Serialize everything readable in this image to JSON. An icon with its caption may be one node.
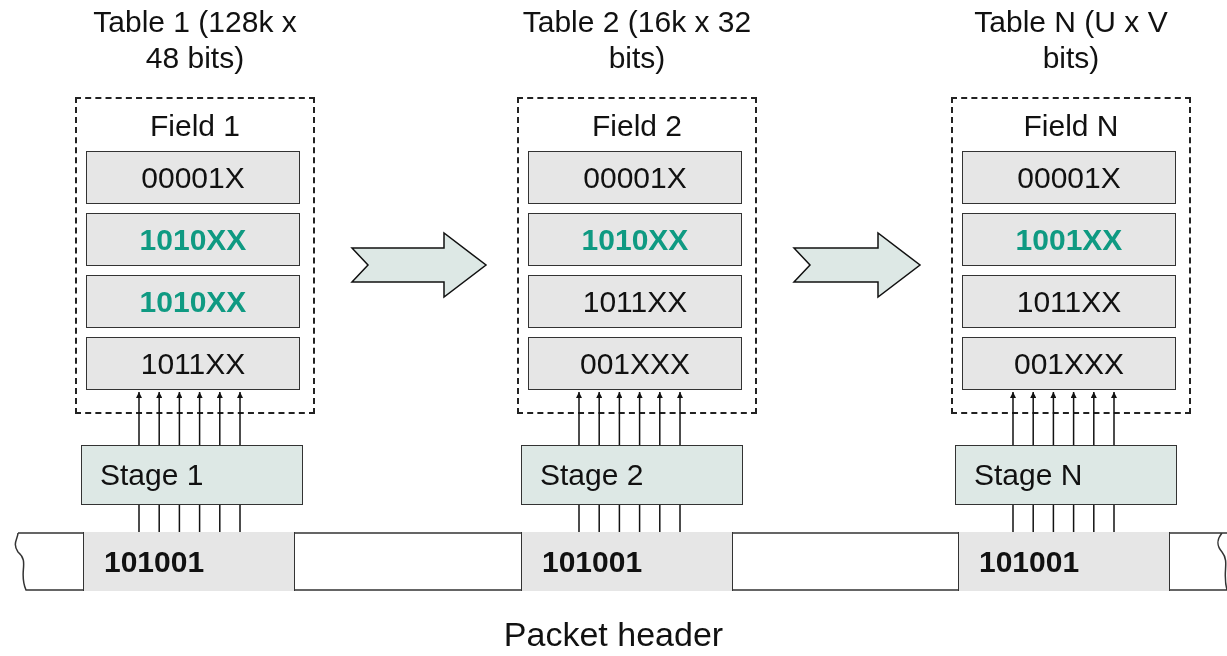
{
  "diagram": {
    "nodes": [
      {
        "text": [
          "Table 1 (128k x 48 bits)",
          "Field 1"
        ]
      },
      {
        "text": [
          "00001X"
        ],
        "in": 0
      },
      {
        "text": [
          "1010XX"
        ],
        "in": 0
      },
      {
        "text": [
          "1010XX"
        ],
        "in": 0
      },
      {
        "text": [
          "1011XX"
        ],
        "in": 0
      },
      {
        "text": [
          "Table 2 (16k x 32 bits)",
          "Field 2"
        ]
      },
      {
        "text": [
          "00001X"
        ],
        "in": 5
      },
      {
        "text": [
          "1010XX"
        ],
        "in": 5
      },
      {
        "text": [
          "1011XX"
        ],
        "in": 5
      },
      {
        "text": [
          "001XXX"
        ],
        "in": 5
      },
      {
        "text": [
          "Table N (U x V bits)",
          "Field N"
        ]
      },
      {
        "text": [
          "00001X"
        ],
        "in": 10
      },
      {
        "text": [
          "1001XX"
        ],
        "in": 10
      },
      {
        "text": [
          "1011XX"
        ],
        "in": 10
      },
      {
        "text": [
          "001XXX"
        ],
        "in": 10
      },
      {
        "text": [
          "Stage 1"
        ]
      },
      {
        "text": [
          "Stage 2"
        ]
      },
      {
        "text": [
          "Stage N"
        ]
      },
      {
        "text": [
          "Packet header"
        ]
      },
      {
        "text": [
          "101001"
        ],
        "in": 18
      },
      {
        "text": [
          "101001"
        ],
        "in": 18
      },
      {
        "text": [
          "101001"
        ],
        "in": 18
      }
    ],
    "edges": [
      {
        "from": 0,
        "to": 5,
        "arrow": "to"
      },
      {
        "from": 5,
        "to": 10,
        "arrow": "to"
      },
      {
        "from": 15,
        "to": 0,
        "arrow": "to"
      },
      {
        "from": 15,
        "to": 0,
        "arrow": "to"
      },
      {
        "from": 15,
        "to": 0,
        "arrow": "to"
      },
      {
        "from": 15,
        "to": 0,
        "arrow": "to"
      },
      {
        "from": 15,
        "to": 0,
        "arrow": "to"
      },
      {
        "from": 15,
        "to": 0,
        "arrow": "to"
      },
      {
        "from": 16,
        "to": 5,
        "arrow": "to"
      },
      {
        "from": 16,
        "to": 5,
        "arrow": "to"
      },
      {
        "from": 16,
        "to": 5,
        "arrow": "to"
      },
      {
        "from": 16,
        "to": 5,
        "arrow": "to"
      },
      {
        "from": 16,
        "to": 5,
        "arrow": "to"
      },
      {
        "from": 16,
        "to": 5,
        "arrow": "to"
      },
      {
        "from": 17,
        "to": 10,
        "arrow": "to"
      },
      {
        "from": 17,
        "to": 10,
        "arrow": "to"
      },
      {
        "from": 17,
        "to": 10,
        "arrow": "to"
      },
      {
        "from": 17,
        "to": 10,
        "arrow": "to"
      },
      {
        "from": 17,
        "to": 10,
        "arrow": "to"
      },
      {
        "from": 17,
        "to": 10,
        "arrow": "to"
      },
      {
        "from": 19,
        "to": 15,
        "arrow": "none"
      },
      {
        "from": 19,
        "to": 15,
        "arrow": "none"
      },
      {
        "from": 19,
        "to": 15,
        "arrow": "none"
      },
      {
        "from": 19,
        "to": 15,
        "arrow": "none"
      },
      {
        "from": 19,
        "to": 15,
        "arrow": "none"
      },
      {
        "from": 19,
        "to": 15,
        "arrow": "none"
      },
      {
        "from": 20,
        "to": 16,
        "arrow": "none"
      },
      {
        "from": 20,
        "to": 16,
        "arrow": "none"
      },
      {
        "from": 20,
        "to": 16,
        "arrow": "none"
      },
      {
        "from": 20,
        "to": 16,
        "arrow": "none"
      },
      {
        "from": 20,
        "to": 16,
        "arrow": "none"
      },
      {
        "from": 20,
        "to": 16,
        "arrow": "none"
      },
      {
        "from": 21,
        "to": 17,
        "arrow": "none"
      },
      {
        "from": 21,
        "to": 17,
        "arrow": "none"
      },
      {
        "from": 21,
        "to": 17,
        "arrow": "none"
      },
      {
        "from": 21,
        "to": 17,
        "arrow": "none"
      },
      {
        "from": 21,
        "to": 17,
        "arrow": "none"
      },
      {
        "from": 21,
        "to": 17,
        "arrow": "none"
      }
    ]
  }
}
